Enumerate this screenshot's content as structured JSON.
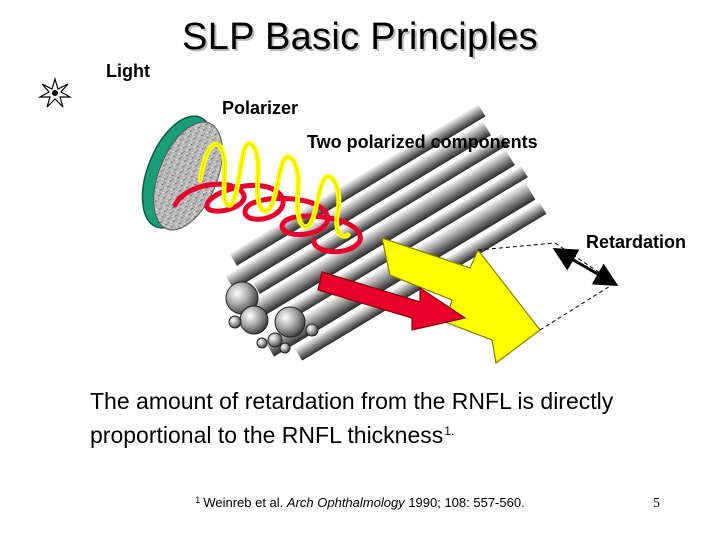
{
  "slide": {
    "title": "SLP Basic Principles",
    "page_number": "5"
  },
  "diagram": {
    "labels": {
      "light": "Light",
      "polarizer": "Polarizer",
      "two_components": "Two polarized components",
      "retardation": "Retardation"
    },
    "icons": [
      "light-burst-icon",
      "polarizer-disc",
      "nerve-fiber-bundle",
      "retardation-arrow-icon"
    ],
    "colors": {
      "yellow_wave": "#ffff00",
      "red_wave": "#e8002a",
      "polarizer_rim": "#1a9e7a",
      "arrow_outline": "#8b0000"
    }
  },
  "body": {
    "text": "The amount of retardation from the RNFL is directly proportional to the RNFL thickness",
    "superscript": "1."
  },
  "reference": {
    "marker": "1",
    "authors": "Weinreb et al.",
    "journal": "Arch Ophthalmology",
    "details": "1990; 108: 557-560."
  }
}
